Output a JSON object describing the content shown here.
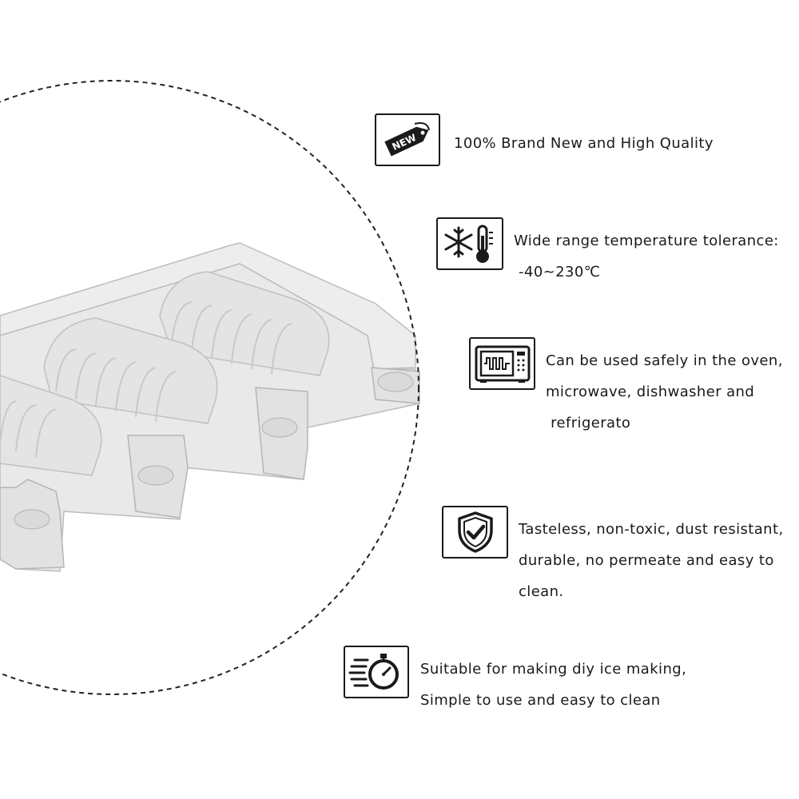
{
  "features": [
    {
      "icon": "new-tag-icon",
      "badge_text": "NEW",
      "lines": [
        "100% Brand New and High Quality"
      ]
    },
    {
      "icon": "temperature-icon",
      "lines": [
        "Wide range temperature tolerance:",
        " -40~230℃"
      ]
    },
    {
      "icon": "microwave-icon",
      "lines": [
        "Can be used safely in the oven,",
        "microwave, dishwasher and",
        " refrigerato"
      ]
    },
    {
      "icon": "shield-check-icon",
      "lines": [
        "Tasteless, non-toxic, dust resistant,",
        "durable, no permeate and easy to",
        "clean."
      ]
    },
    {
      "icon": "stopwatch-icon",
      "lines": [
        "Suitable for making diy ice making,",
        "Simple to use and easy to clean"
      ]
    }
  ],
  "colors": {
    "text": "#1a1a1a",
    "mold": "#e6e6e6",
    "circle": "#222222"
  }
}
